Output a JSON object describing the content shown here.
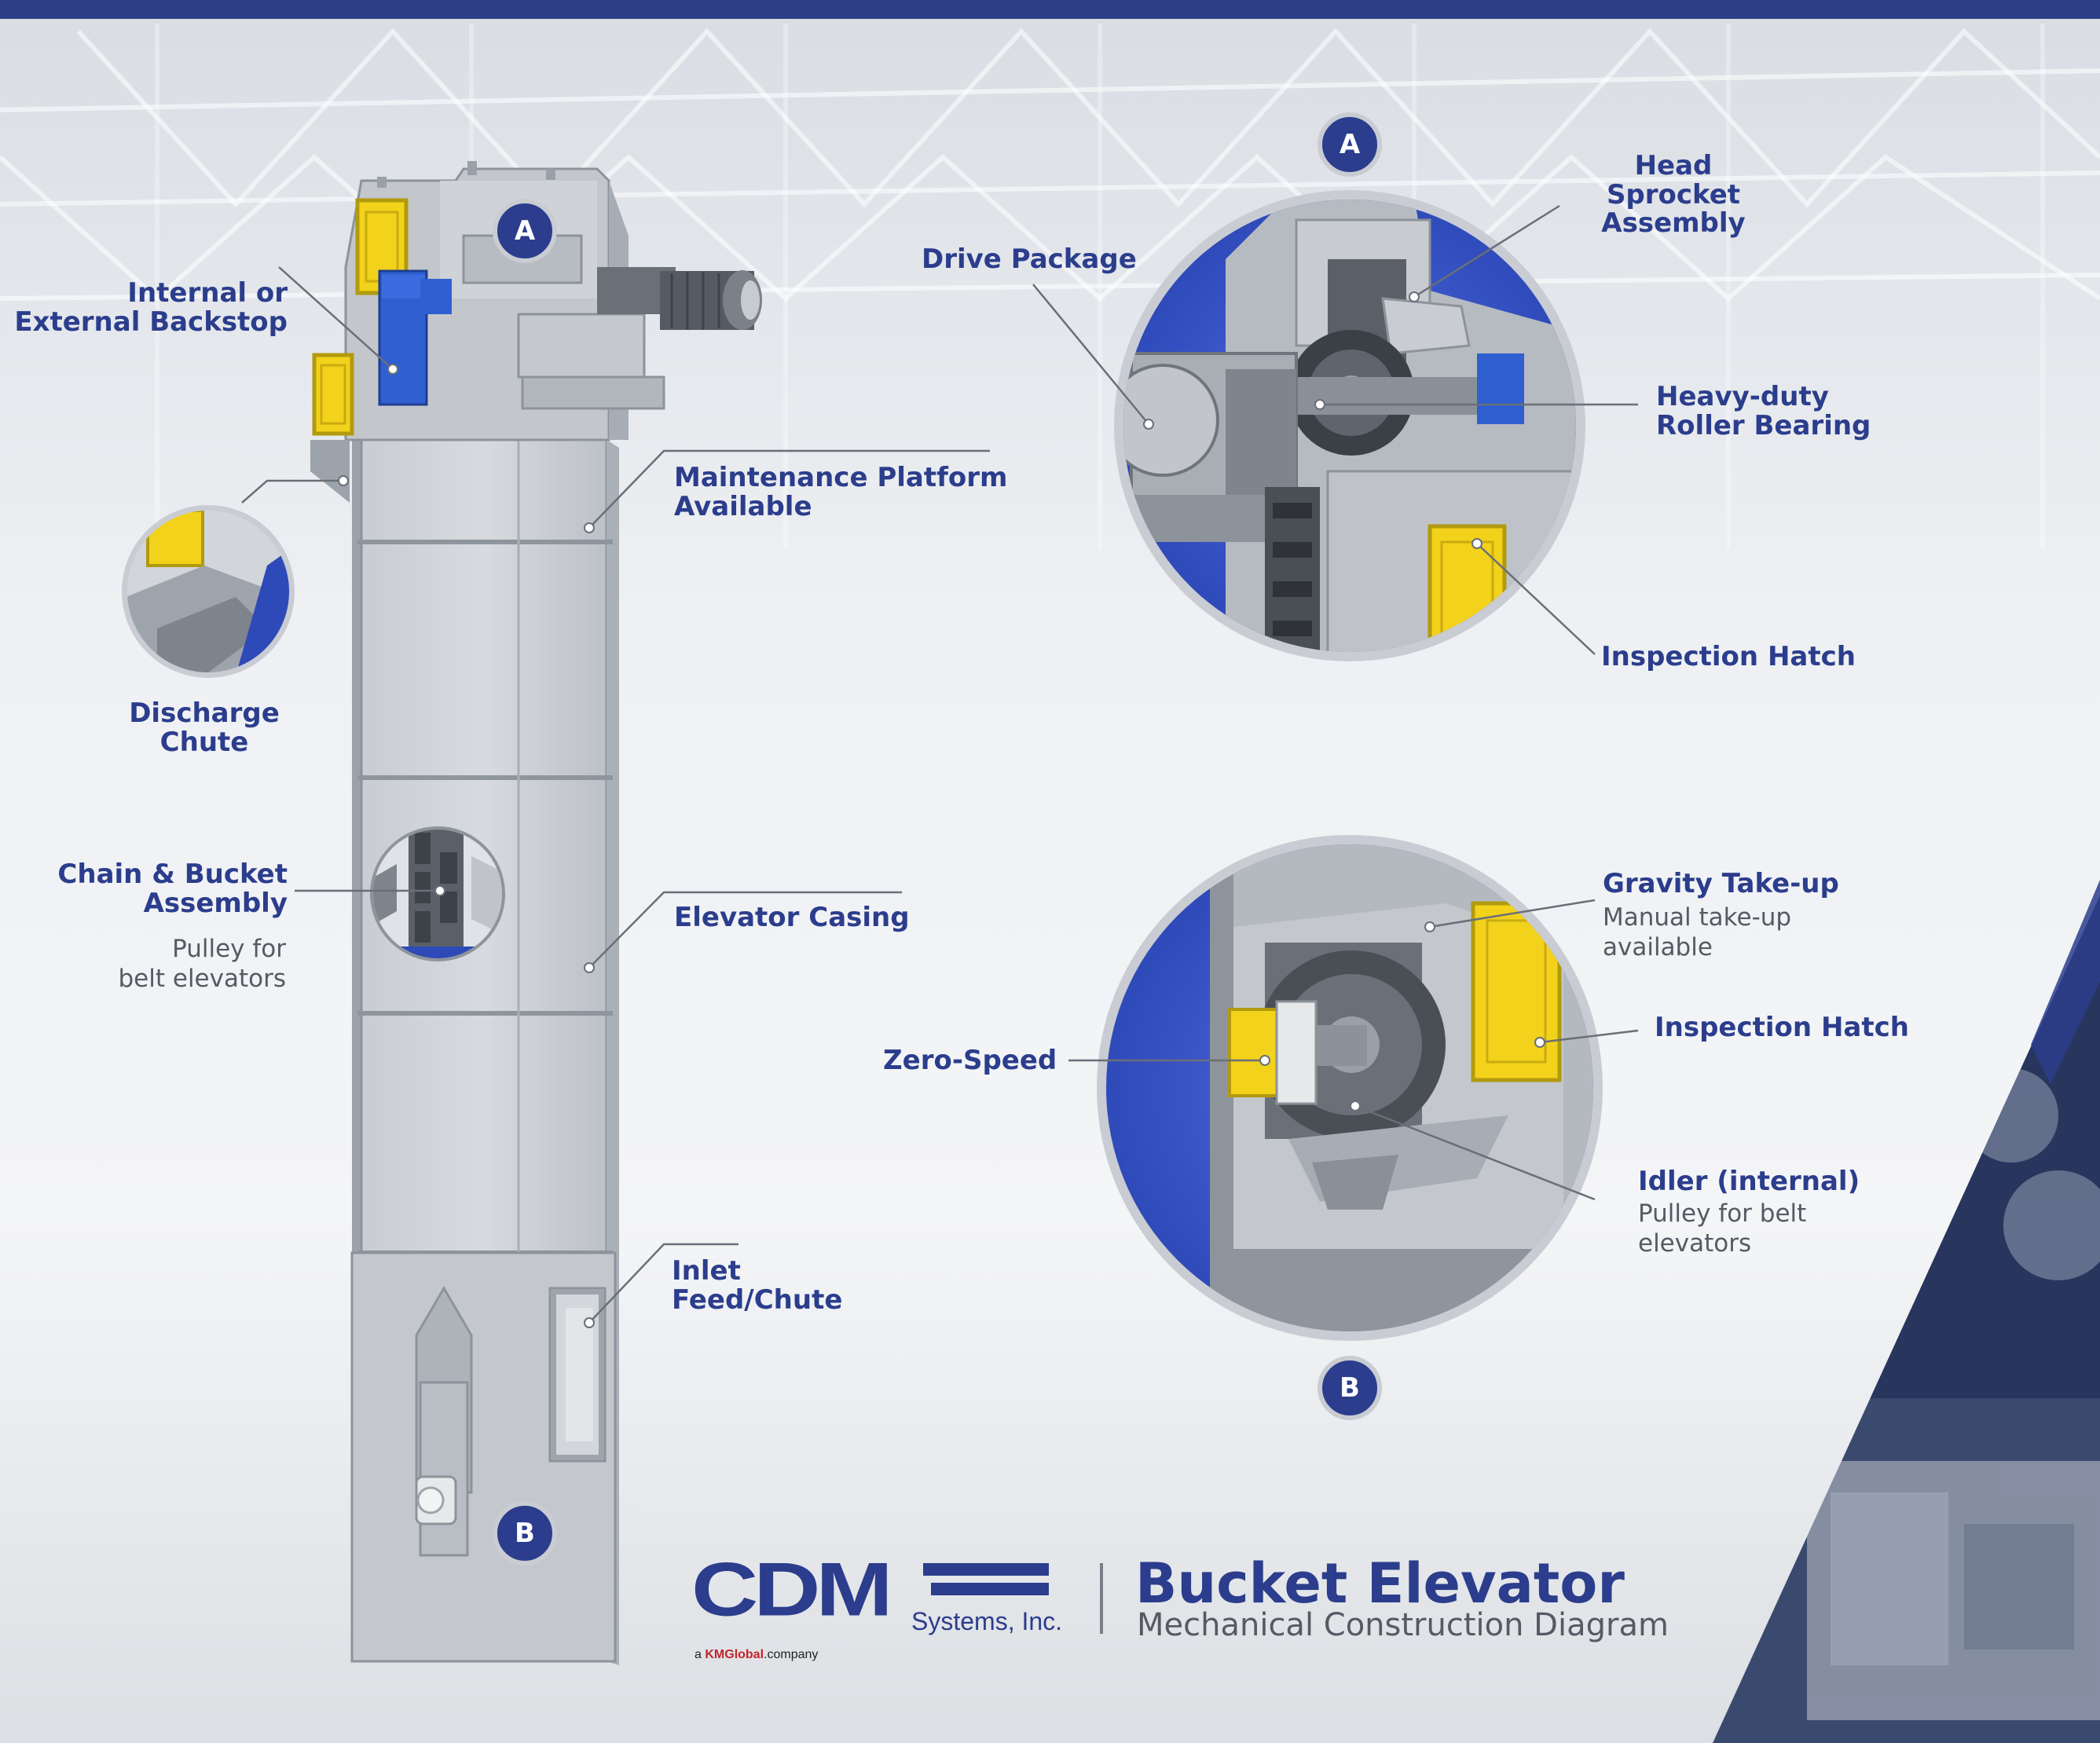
{
  "title": {
    "main": "Bucket Elevator",
    "subtitle": "Mechanical Construction Diagram"
  },
  "logo": {
    "brand": "CDM",
    "systems": "Systems, Inc.",
    "tagline_a": "a",
    "tagline_brand": "KMGlobal",
    "tagline_company": "company"
  },
  "badges": {
    "a": "A",
    "b": "B"
  },
  "labels": {
    "backstop": [
      "Internal or",
      "External Backstop"
    ],
    "maintenance": [
      "Maintenance Platform",
      "Available"
    ],
    "discharge": [
      "Discharge",
      "Chute"
    ],
    "chain_bucket": [
      "Chain & Bucket",
      "Assembly"
    ],
    "chain_bucket_note": [
      "Pulley for",
      "belt elevators"
    ],
    "casing": "Elevator Casing",
    "inlet": [
      "Inlet",
      "Feed/Chute"
    ],
    "drive": "Drive Package",
    "head_sprocket": [
      "Head",
      "Sprocket",
      "Assembly"
    ],
    "bearing": [
      "Heavy-duty",
      "Roller Bearing"
    ],
    "hatch_a": "Inspection Hatch",
    "gravity": "Gravity Take-up",
    "gravity_note": [
      "Manual take-up",
      "available"
    ],
    "hatch_b": "Inspection Hatch",
    "zero_speed": "Zero-Speed",
    "idler": "Idler (internal)",
    "idler_note": [
      "Pulley for belt",
      "elevators"
    ]
  },
  "colors": {
    "brand_blue": "#2b3d8c",
    "accent_blue": "#3a57c9",
    "hatch_yellow": "#f2d21a",
    "steel": "#b9bec5",
    "top_bar": "#2d3d86"
  }
}
